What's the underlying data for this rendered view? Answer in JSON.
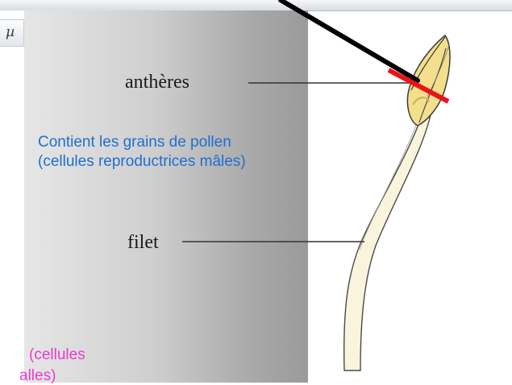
{
  "toolbar": {
    "greek_symbol": "µ"
  },
  "labels": {
    "anthers": "anthères",
    "filament": "filet"
  },
  "notes": {
    "anthers_note": "Contient les grains de pollen (cellules reproductrices mâles)",
    "bottom_note_line1": "(cellules",
    "bottom_note_line2": "alles)"
  },
  "colors": {
    "annotation_blue": "#1f6fd0",
    "annotation_pink": "#e83ccf",
    "pointer_black": "#000000",
    "cut_mark_red": "#e8141a",
    "anther_yellow": "#f3df8c",
    "filament_cream": "#fbf4dc"
  }
}
